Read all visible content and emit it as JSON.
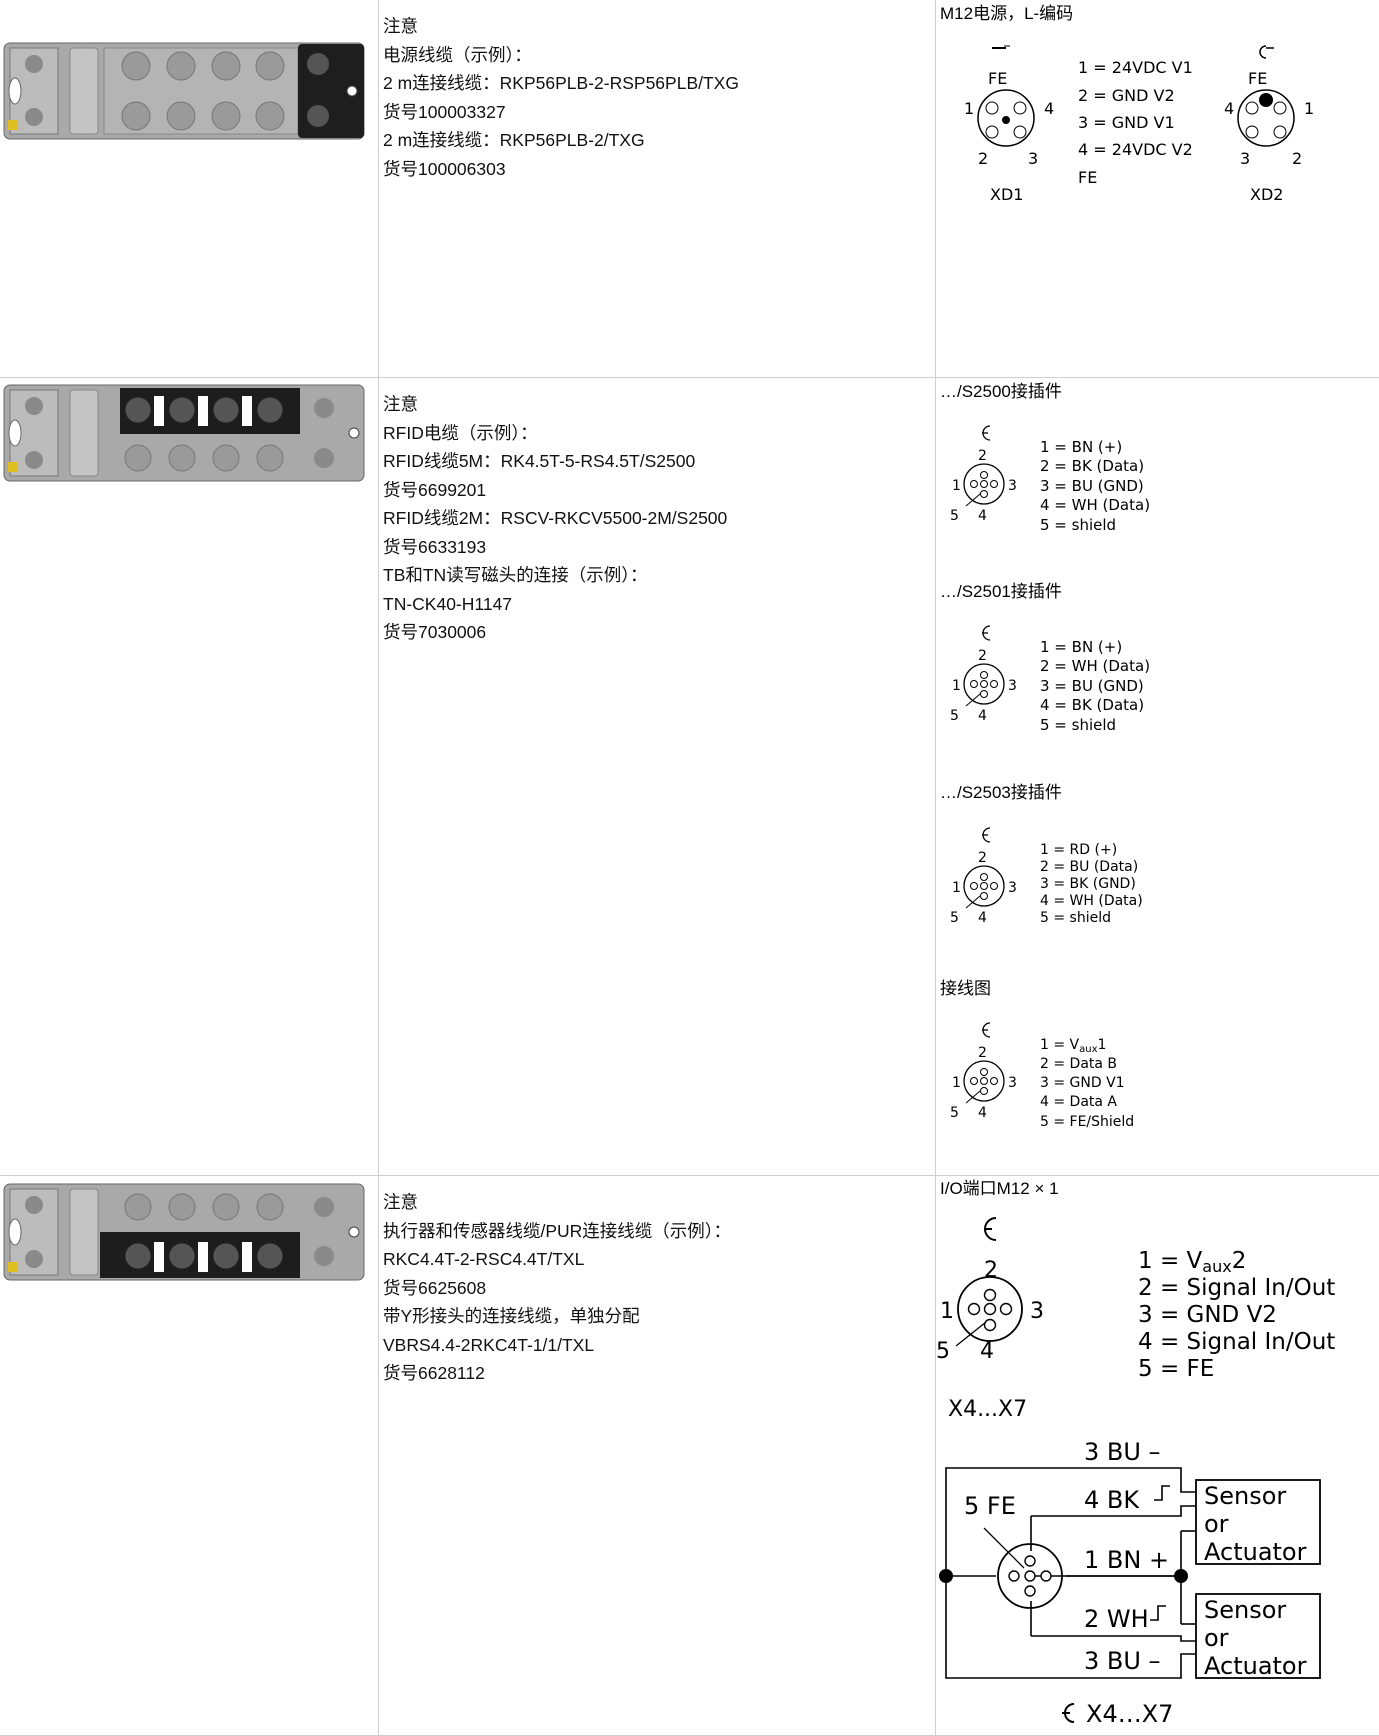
{
  "rows": [
    {
      "notes": [
        "注意",
        "电源线缆（示例）：",
        "2 m连接线缆：RKP56PLB-2-RSP56PLB/TXG",
        "货号100003327",
        "2 m连接线缆：RKP56PLB-2/TXG",
        "货号100006303"
      ],
      "diagram": {
        "title": "M12电源，L-编码",
        "pins": [
          "1 = 24VDC V1",
          "2 = GND V2",
          "3 = GND V1",
          "4 = 24VDC V2",
          "FE"
        ],
        "left_label": "XD1",
        "right_label": "XD2",
        "fe": "FE",
        "num1": "1",
        "num2": "2",
        "num3": "3",
        "num4": "4"
      }
    },
    {
      "notes": [
        "注意",
        "RFID电缆（示例）：",
        "RFID线缆5M：RK4.5T-5-RS4.5T/S2500",
        "货号6699201",
        "RFID线缆2M：RSCV-RKCV5500-2M/S2500",
        "货号6633193",
        "TB和TN读写磁头的连接（示例）：",
        "TN-CK40-H1147",
        "货号7030006"
      ],
      "sections": [
        {
          "title": "…/S2500接插件",
          "pins": [
            "1 = BN  (+)",
            "2 = BK  (Data)",
            "3 = BU  (GND)",
            "4 = WH (Data)",
            "5 = shield"
          ]
        },
        {
          "title": "…/S2501接插件",
          "pins": [
            "1 = BN  (+)",
            "2 = WH (Data)",
            "3 = BU  (GND)",
            "4 = BK  (Data)",
            "5 = shield"
          ]
        },
        {
          "title": "…/S2503接插件",
          "pins": [
            "1 = RD    (+)",
            "2 = BU    (Data)",
            "3 = BK    (GND)",
            "4 = WH   (Data)",
            "5 = shield"
          ]
        },
        {
          "title": "接线图",
          "pins": [
            "1 = V",
            "2 = Data B",
            "3 = GND V1",
            "4 = Data A",
            "5 = FE/Shield"
          ]
        }
      ],
      "aux_sub": "aux",
      "aux_tail": "1",
      "n1": "1",
      "n2": "2",
      "n3": "3",
      "n4": "4",
      "n5": "5"
    },
    {
      "notes": [
        "注意",
        "执行器和传感器线缆/PUR连接线缆（示例）：",
        "RKC4.4T-2-RSC4.4T/TXL",
        "货号6625608",
        "带Y形接头的连接线缆，单独分配",
        "VBRS4.4-2RKC4T-1/1/TXL",
        "货号6628112"
      ],
      "diagram": {
        "title": "I/O端口M12 × 1",
        "pins": [
          "1 = V",
          "2 = Signal In/Out",
          "3 = GND V2",
          "4 = Signal In/Out",
          "5 = FE"
        ],
        "aux_sub": "aux",
        "aux_tail": "2",
        "n1": "1",
        "n2": "2",
        "n3": "3",
        "n4": "4",
        "n5": "5",
        "port_range": "X4...X7",
        "wire_3bu_top": "3 BU –",
        "wire_4bk": "4 BK",
        "wire_5fe": "5 FE",
        "wire_1bn": "1 BN +",
        "wire_2wh": "2 WH",
        "wire_3bu_bottom": "3 BU –",
        "device1": [
          "Sensor",
          "or",
          "Actuator"
        ],
        "device2": [
          "Sensor",
          "or",
          "Actuator"
        ],
        "bottom_label": "X4…X7"
      }
    }
  ]
}
